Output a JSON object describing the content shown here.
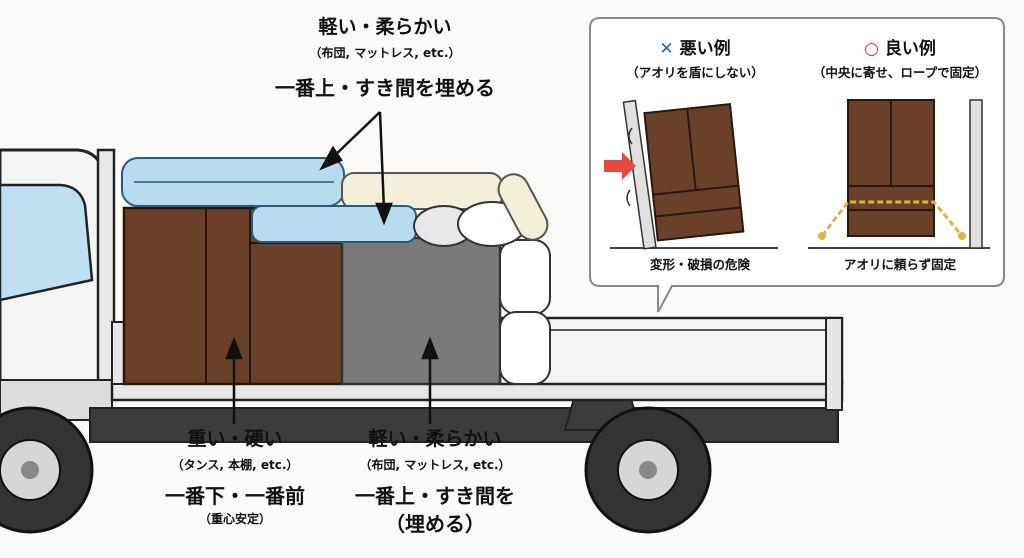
{
  "top_label": {
    "title": "軽い・柔らかい",
    "examples": "（布団, マットレス, etc.）",
    "instruction": "一番上・すき間を埋める"
  },
  "bottom_left_label": {
    "title": "重い・硬い",
    "examples": "（タンス, 本棚, etc.）",
    "instruction": "一番下・一番前",
    "note": "（重心安定）"
  },
  "bottom_right_label": {
    "title": "軽い・柔らかい",
    "examples": "（布団, マットレス, etc.）",
    "instruction_line1": "一番上・すき間を",
    "instruction_line2": "（埋める）"
  },
  "inset": {
    "bad": {
      "symbol": "✕",
      "title": "悪い例",
      "subtitle": "（アオリを盾にしない）",
      "caption": "変形・破損の危険",
      "symbol_color": "#2d5fb5"
    },
    "good": {
      "symbol": "○",
      "title": "良い例",
      "subtitle": "（中央に寄せ、ロープで固定）",
      "caption": "アオリに頼らず固定",
      "symbol_color": "#d9342b"
    }
  },
  "colors": {
    "heavy_furniture": "#6a4128",
    "gray_box": "#7a7a7a",
    "futon_blue": "#b7dcef",
    "futon_cream": "#f4efd8",
    "truck_white": "#f4f4f4",
    "arrow_red": "#e64a3b",
    "rope_yellow": "#e0b63c"
  }
}
